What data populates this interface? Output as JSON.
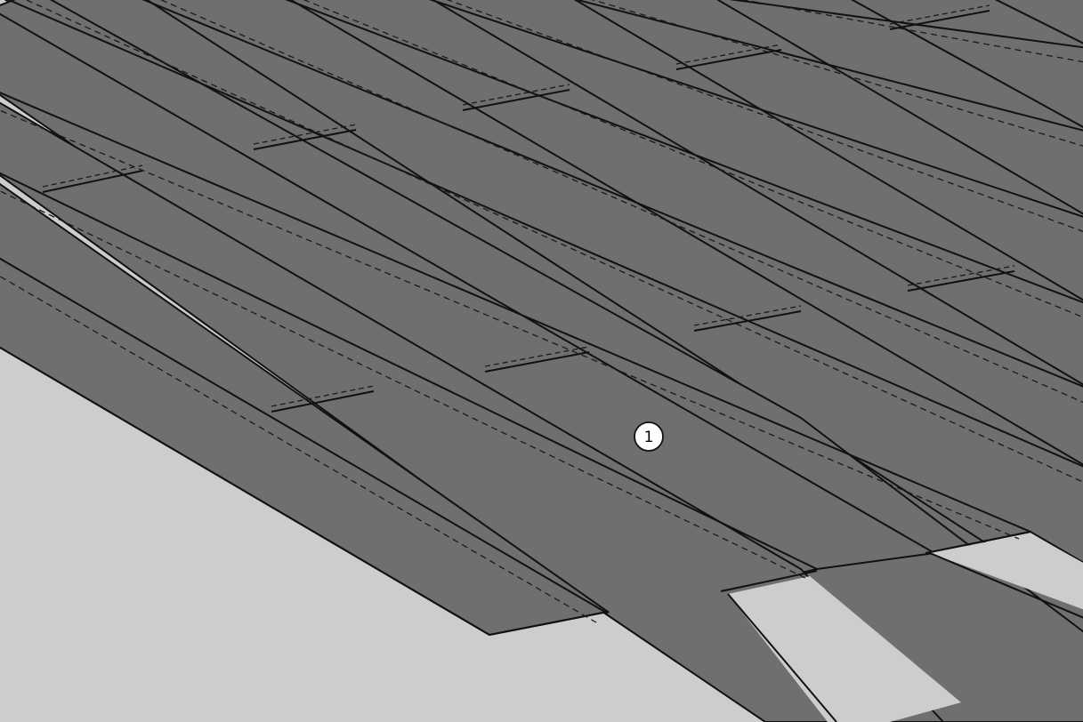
{
  "diagram": {
    "colors": {
      "background": "#cdcdcd",
      "strip_fill": "#6f6f6f",
      "strip_outline": "#111111",
      "seam_dashes": "#1a1a1a",
      "callout_fill": "#ffffff"
    },
    "strips": {
      "count": 10,
      "style": "overlapping roofing strips with dashed adhesive seams"
    },
    "callouts": [
      {
        "label": "1"
      }
    ]
  }
}
